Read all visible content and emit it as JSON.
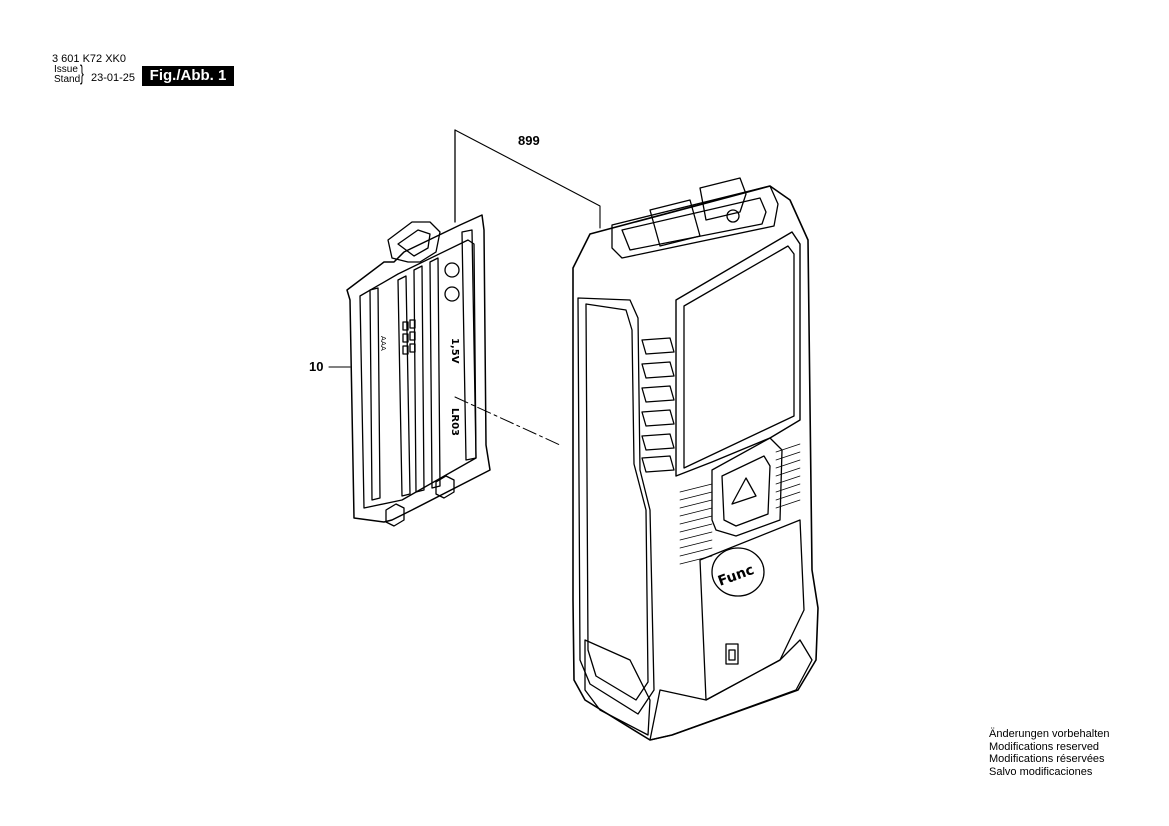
{
  "header": {
    "part_number": "3 601 K72 XK0",
    "issue_label": "Issue",
    "stand_label": "Stand",
    "date": "23-01-25",
    "figure_label": "Fig./Abb. 1"
  },
  "callouts": {
    "device": "899",
    "battery_cover": "10"
  },
  "device_markings": {
    "func_button": "Func",
    "cover_text_a": "1,5V",
    "cover_text_b": "LR03",
    "cover_text_c": "AAA"
  },
  "notice": [
    "Änderungen vorbehalten",
    "Modifications reserved",
    "Modifications réservées",
    "Salvo modificaciones"
  ]
}
